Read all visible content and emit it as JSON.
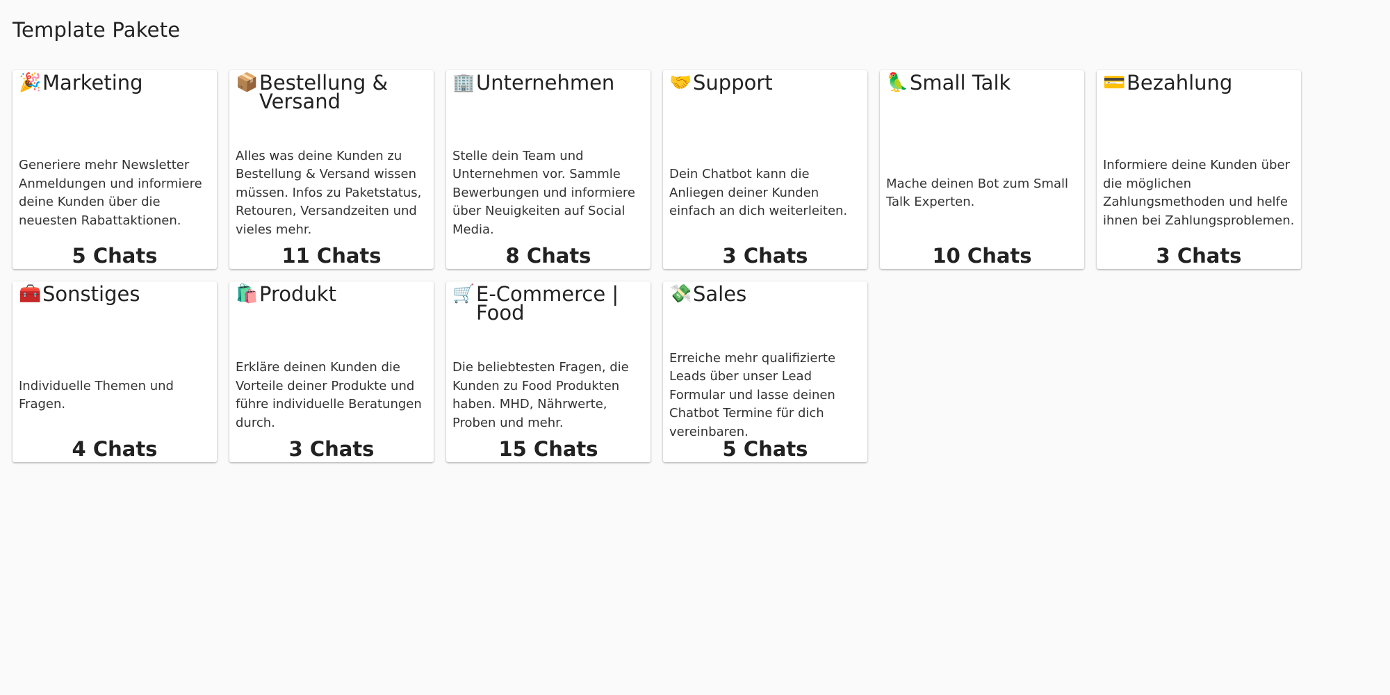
{
  "page": {
    "title": "Template Pakete"
  },
  "cards": [
    {
      "icon": "party-popper-icon",
      "glyph": "🎉",
      "title": "Marketing",
      "description": "Generiere mehr Newsletter Anmeldungen und informiere deine Kunden über die neuesten Rabattaktionen.",
      "count": "5 Chats"
    },
    {
      "icon": "package-icon",
      "glyph": "📦",
      "title": "Bestellung & Versand",
      "description": "Alles was deine Kunden zu Bestellung & Versand wissen müssen. Infos zu Paketstatus, Retouren, Versandzeiten und vieles mehr.",
      "count": "11 Chats"
    },
    {
      "icon": "office-building-icon",
      "glyph": "🏢",
      "title": "Unternehmen",
      "description": "Stelle dein Team und Unternehmen vor. Sammle Bewerbungen und informiere über Neuigkeiten auf Social Media.",
      "count": "8 Chats"
    },
    {
      "icon": "handshake-icon",
      "glyph": "🤝",
      "title": "Support",
      "description": "Dein Chatbot kann die Anliegen deiner Kunden einfach an dich weiterleiten.",
      "count": "3 Chats"
    },
    {
      "icon": "parrot-icon",
      "glyph": "🦜",
      "title": "Small Talk",
      "description": "Mache deinen Bot zum Small Talk Experten.",
      "count": "10 Chats"
    },
    {
      "icon": "credit-card-icon",
      "glyph": "💳",
      "title": "Bezahlung",
      "description": "Informiere deine Kunden über die möglichen Zahlungsmethoden und helfe ihnen bei Zahlungsproblemen.",
      "count": "3 Chats"
    },
    {
      "icon": "toolbox-icon",
      "glyph": "🧰",
      "title": "Sonstiges",
      "description": "Individuelle Themen und Fragen.",
      "count": "4 Chats"
    },
    {
      "icon": "shopping-bags-icon",
      "glyph": "🛍️",
      "title": "Produkt",
      "description": "Erkläre deinen Kunden die Vorteile deiner Produkte und führe individuelle Beratungen durch.",
      "count": "3 Chats"
    },
    {
      "icon": "shopping-cart-icon",
      "glyph": "🛒",
      "title": "E-Commerce | Food",
      "description": "Die beliebtesten Fragen, die Kunden zu Food Produkten haben. MHD, Nährwerte, Proben und mehr.",
      "count": "15 Chats"
    },
    {
      "icon": "money-with-wings-icon",
      "glyph": "💸",
      "title": "Sales",
      "description": "Erreiche mehr qualifizierte Leads über unser Lead Formular und lasse deinen Chatbot Termine für dich vereinbaren.",
      "count": "5 Chats"
    }
  ]
}
